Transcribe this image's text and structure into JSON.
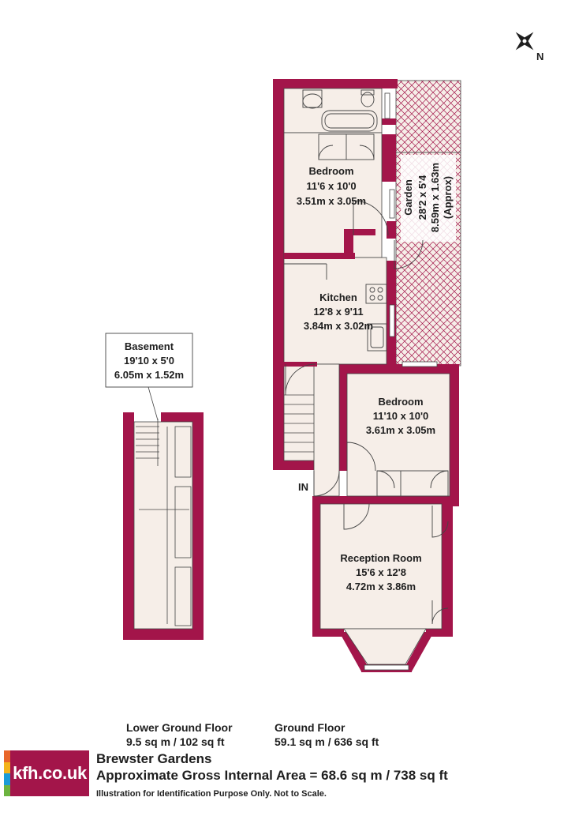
{
  "compass": {
    "label": "N",
    "icon": "compass-icon"
  },
  "colors": {
    "wall": "#a3154a",
    "floor": "#f6eee8",
    "line": "#444444",
    "white": "#ffffff"
  },
  "rooms": {
    "bedroom_rear": {
      "name": "Bedroom",
      "imperial": "11'6 x 10'0",
      "metric": "3.51m x 3.05m"
    },
    "garden": {
      "name": "Garden",
      "imperial": "28'2 x 5'4",
      "metric": "8.59m x 1.63m",
      "note": "(Approx)"
    },
    "kitchen": {
      "name": "Kitchen",
      "imperial": "12'8 x 9'11",
      "metric": "3.84m x 3.02m"
    },
    "bedroom_middle": {
      "name": "Bedroom",
      "imperial": "11'10 x 10'0",
      "metric": "3.61m x 3.05m"
    },
    "reception": {
      "name": "Reception Room",
      "imperial": "15'6 x 12'8",
      "metric": "4.72m x 3.86m"
    },
    "basement": {
      "name": "Basement",
      "imperial": "19'10 x 5'0",
      "metric": "6.05m x 1.52m"
    }
  },
  "entrance_label": "IN",
  "floors": {
    "lower": {
      "name": "Lower Ground Floor",
      "area": "9.5 sq m / 102 sq ft"
    },
    "ground": {
      "name": "Ground Floor",
      "area": "59.1 sq m / 636 sq ft"
    }
  },
  "footer": {
    "logo_text": "kfh.co.uk",
    "property_name": "Brewster Gardens",
    "gross_area": "Approximate Gross Internal Area = 68.6 sq m / 738 sq ft",
    "disclaimer": "Illustration for Identification Purpose Only. Not to Scale."
  }
}
